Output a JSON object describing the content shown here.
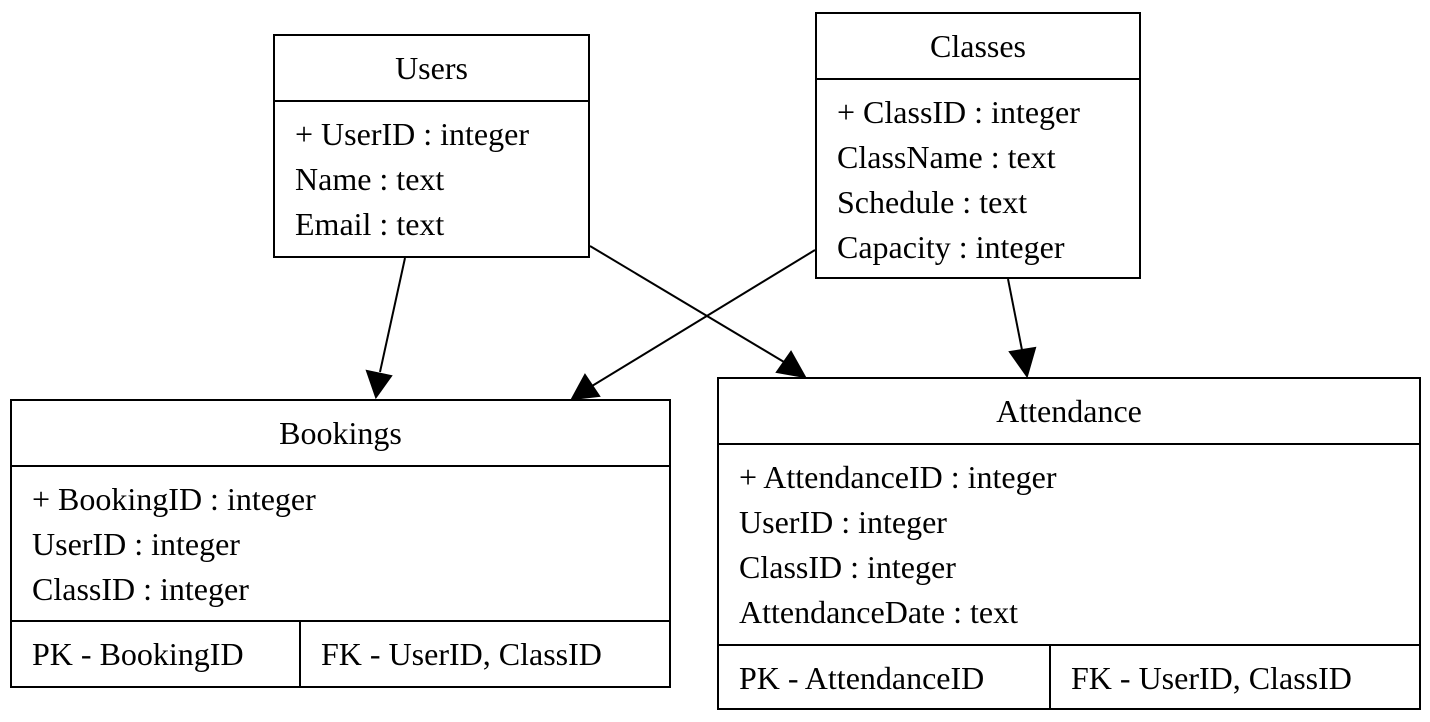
{
  "entities": {
    "users": {
      "title": "Users",
      "fields": [
        "+ UserID : integer",
        "Name : text",
        "Email : text"
      ]
    },
    "classes": {
      "title": "Classes",
      "fields": [
        "+ ClassID : integer",
        "ClassName : text",
        "Schedule : text",
        "Capacity : integer"
      ]
    },
    "bookings": {
      "title": "Bookings",
      "fields": [
        "+ BookingID : integer",
        "UserID : integer",
        "ClassID : integer"
      ],
      "pk": "PK - BookingID",
      "fk": "FK - UserID, ClassID"
    },
    "attendance": {
      "title": "Attendance",
      "fields": [
        "+ AttendanceID : integer",
        "UserID : integer",
        "ClassID : integer",
        "AttendanceDate : text"
      ],
      "pk": "PK - AttendanceID",
      "fk": "FK - UserID, ClassID"
    }
  },
  "edges": [
    {
      "from": "Users",
      "to": "Bookings"
    },
    {
      "from": "Users",
      "to": "Attendance"
    },
    {
      "from": "Classes",
      "to": "Bookings"
    },
    {
      "from": "Classes",
      "to": "Attendance"
    }
  ],
  "colors": {
    "line": "#000000",
    "background": "#ffffff"
  }
}
